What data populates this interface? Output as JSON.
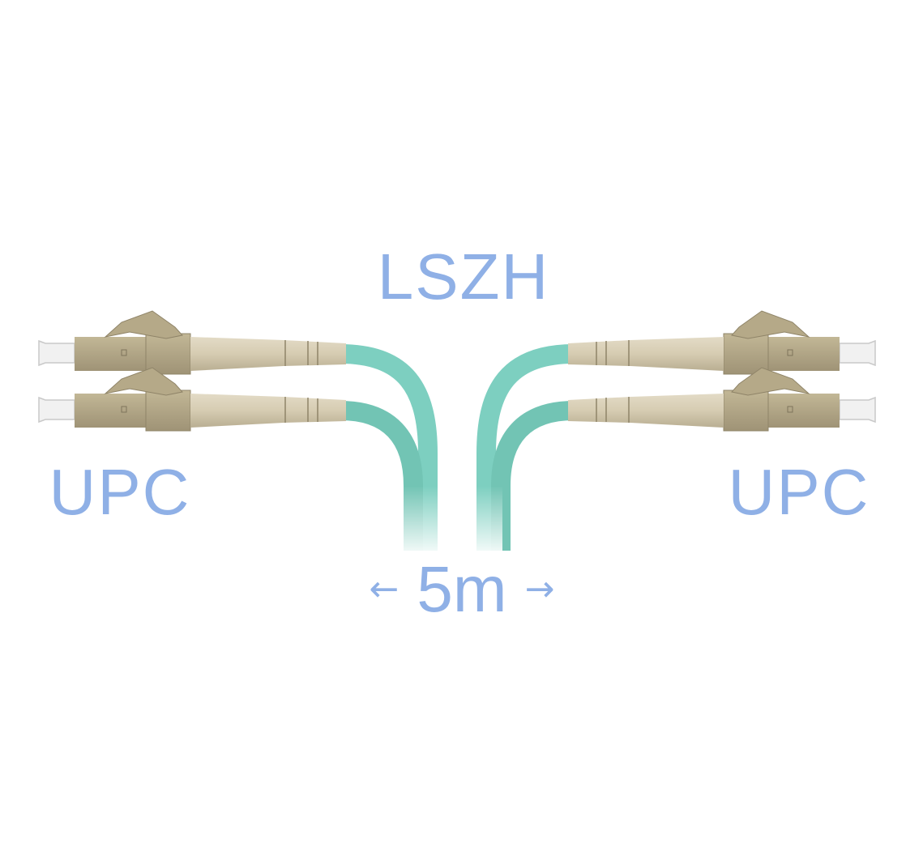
{
  "labels": {
    "jacket": "LSZH",
    "left_polish": "UPC",
    "right_polish": "UPC",
    "length": "5m",
    "arrow_left": "←",
    "arrow_right": "→"
  },
  "colors": {
    "text": "#8fb0e6",
    "cable": "#7dcfc0",
    "housing": "#b3a787",
    "boot": "#d8cfb6",
    "ferrule": "#f1f1f1"
  }
}
